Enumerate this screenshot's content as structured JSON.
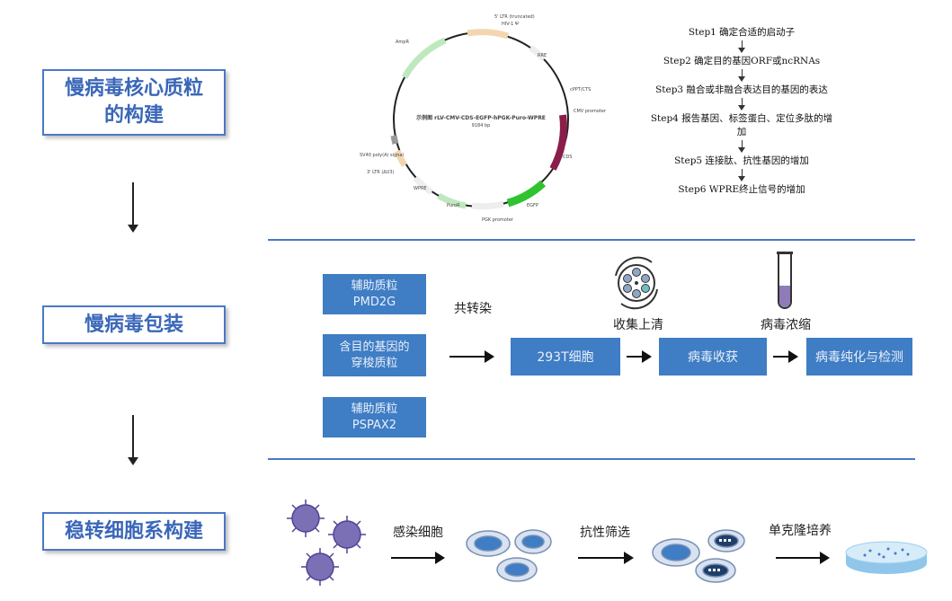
{
  "stages": [
    {
      "line1": "慢病毒核心质粒",
      "line2": "的构建"
    },
    {
      "line1": "慢病毒包装",
      "line2": ""
    },
    {
      "line1": "稳转细胞系构建",
      "line2": ""
    }
  ],
  "plasmid": {
    "title": "示例图 rLV-CMV-CDS-EGFP-hPGK-Puro-WPRE",
    "size": "9184 bp",
    "features": {
      "ltr5": "5' LTR (truncated)",
      "hiv": "HIV-1 Ψ",
      "rre": "RRE",
      "cppt": "cPPT/CTS",
      "cmv": "CMV promoter",
      "cds": "CDS",
      "egfp": "EGFP",
      "pgk": "PGK promoter",
      "puror": "PuroR",
      "wpre": "WPRE",
      "ltr3": "3' LTR (ΔU3)",
      "sv40": "SV40 poly(A) signal",
      "ampr": "AmpR"
    }
  },
  "steps": [
    "Step1 确定合适的启动子",
    "Step2 确定目的基因ORF或ncRNAs",
    "Step3 融合或非融合表达目的基因的表达",
    "Step4 报告基因、标签蛋白、定位多肽的增加",
    "Step5 连接肽、抗性基因的增加",
    "Step6 WPRE终止信号的增加"
  ],
  "packaging": {
    "helper1": {
      "line1": "辅助质粒",
      "line2": "PMD2G"
    },
    "transfer": {
      "line1": "含目的基因的",
      "line2": "穿梭质粒"
    },
    "helper2": {
      "line1": "辅助质粒",
      "line2": "PSPAX2"
    },
    "cotransfect": "共转染",
    "cell": "293T细胞",
    "harvest": "病毒收获",
    "purify": "病毒纯化与检测",
    "supernatant": "收集上清",
    "concentrate": "病毒浓缩"
  },
  "stable": {
    "infect": "感染细胞",
    "select": "抗性筛选",
    "clone": "单克隆培养"
  },
  "colors": {
    "accent": "#3f7dc4",
    "border": "#4a78c8",
    "cds": "#8a1e4a",
    "egfp": "#2fc42f"
  }
}
